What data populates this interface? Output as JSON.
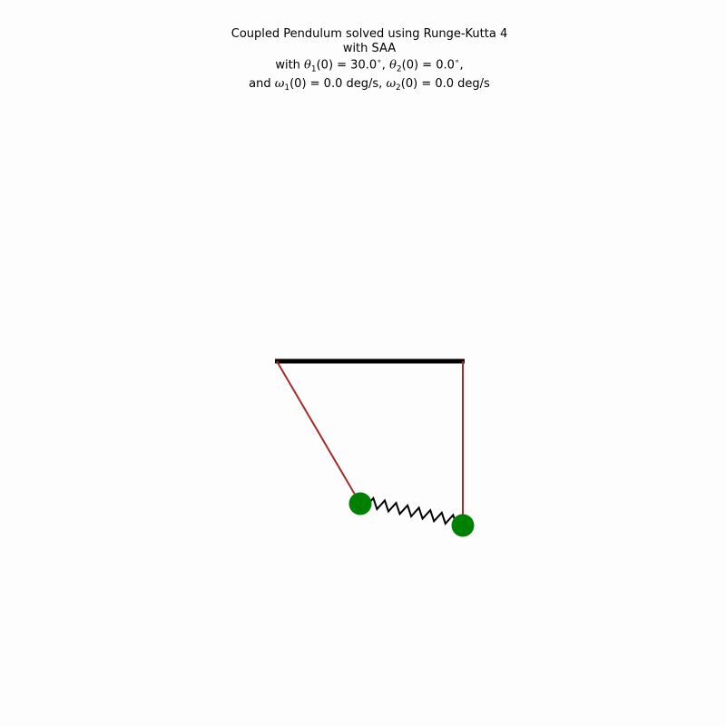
{
  "title": {
    "line1": "Coupled Pendulum solved using Runge-Kutta 4",
    "line2": "with SAA",
    "line3_prefix": "with ",
    "theta1_symbol": "θ",
    "theta1_sub": "1",
    "theta1_init": "(0) = 30.0",
    "degree_sign": "∘",
    "comma": ",",
    "theta2_symbol": "θ",
    "theta2_sub": "2",
    "theta2_init": "(0) = 0.0",
    "line4_prefix": "and ",
    "omega1_symbol": "ω",
    "omega1_sub": "1",
    "omega1_init": "(0) = 0.0 deg/s",
    "omega2_symbol": "ω",
    "omega2_sub": "2",
    "omega2_init": "(0) = 0.0 deg/s"
  },
  "simulation": {
    "theta1_deg": 30.0,
    "theta2_deg": 0.0,
    "omega1_deg_s": 0.0,
    "omega2_deg_s": 0.0
  },
  "colors": {
    "support_bar": "#000000",
    "rod": "#a52a2a",
    "bob": "#008000",
    "spring": "#000000",
    "background": "#fdfdfd"
  }
}
